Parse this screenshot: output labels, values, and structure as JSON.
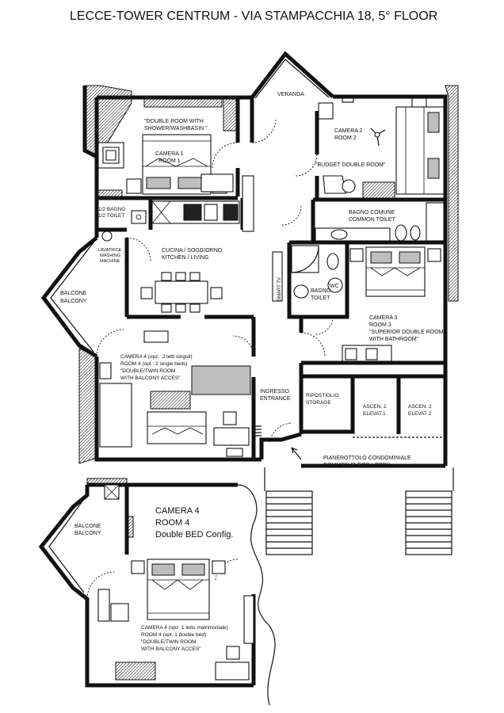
{
  "title": "LECCE-TOWER CENTRUM  - VIA STAMPACCHIA 18, 5° FLOOR",
  "labels": {
    "veranda": "VERANDA",
    "room1_desc": "\"DOUBLE ROOM WITH",
    "room1_desc2": "SHOWER/WASHBASIN \"",
    "room1_it": "CAMERA 1",
    "room1_en": "ROOM 1",
    "room2_it": "CAMERA 2",
    "room2_en": "ROOM 2",
    "room2_desc": "\"BUDGET DOUBLE ROOM\"",
    "half_bath_it": "1/2 BAGNO",
    "half_bath_en": "1/2 TOILET",
    "laundry_it": "LAVATRICE",
    "laundry_en1": "WASHING",
    "laundry_en2": "MACHINE",
    "common_bath_it": "BAGNO COMUNE",
    "common_bath_en": "COMMON TOILET",
    "kitchen_it": "CUCINA / SOGGIORNO",
    "kitchen_en": "KITCHEN / LIVING",
    "balcony_it": "BALCONE",
    "balcony_en": "BALCONY",
    "smart_tv": "SMART TV",
    "wc": "WC",
    "bath_it": "BAGNO",
    "bath_en": "TOILET",
    "room3_it": "CAMERA 3",
    "room3_en": "ROOM 3",
    "room3_desc1": "\"SUPERIOR DOUBLE ROOM",
    "room3_desc2": "WITH BATHROOM\"",
    "room4_l1": "CAMERA 4 (opz.: 2 letti singoli)",
    "room4_l2": "ROOM 4 (opt.: 2 single beds)",
    "room4_l3": "\"DOUBLE/TWIN ROOM",
    "room4_l4": "WITH BALCONY ACCES\"",
    "entrance_it": "INGRESSO",
    "entrance_en": "ENTRANCE",
    "storage_it": "RIPOSTIGLIO",
    "storage_en": "STORAGE",
    "elev1_it": "ASCEN. 1",
    "elev1_en": "ELEVAT.1",
    "elev2_it": "ASCEN. 2",
    "elev2_en": "ELEVAT 2",
    "lobby_it": "PIANEROTTOLO CONDOMINIALE",
    "lobby_en": "COMMON FLOOR LOBBY",
    "room4b_it": "CAMERA 4",
    "room4b_en": "ROOM 4",
    "room4b_cfg": "Double BED Config.",
    "room4b_l1": "CAMERA 4 (opz. 1 letto matrimoniale)",
    "room4b_l2": "ROOM 4 (opt. 1 double bed)",
    "room4b_l3": "\"DOUBLE/TWIN ROOM",
    "room4b_l4": "WITH BALCONY ACCES\""
  }
}
